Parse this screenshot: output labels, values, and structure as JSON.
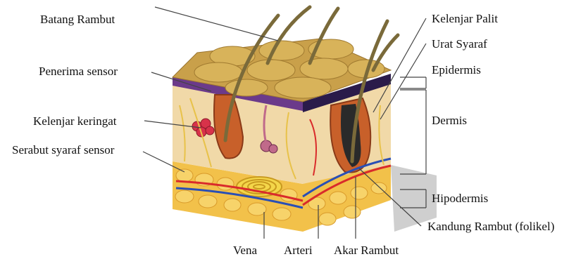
{
  "labels": {
    "batang_rambut": "Batang Rambut",
    "penerima_sensor": "Penerima sensor",
    "kelenjar_keringat": "Kelenjar keringat",
    "serabut_syaraf_sensor": "Serabut syaraf sensor",
    "kelenjar_palit": "Kelenjar Palit",
    "urat_syaraf": "Urat Syaraf",
    "epidermis": "Epidermis",
    "dermis": "Dermis",
    "hipodermis": "Hipodermis",
    "kandung_rambut": "Kandung Rambut (folikel)",
    "vena": "Vena",
    "arteri": "Arteri",
    "akar_rambut": "Akar Rambut"
  },
  "colors": {
    "epidermis_top": "#c9a04a",
    "dermis": "#f1d9a8",
    "fat": "#f2c14a",
    "follicle": "#c8602a",
    "artery": "#d92b2b",
    "vein": "#2a4fb5",
    "purple_layer": "#6b3a8a",
    "hair": "#7a6a3a"
  }
}
